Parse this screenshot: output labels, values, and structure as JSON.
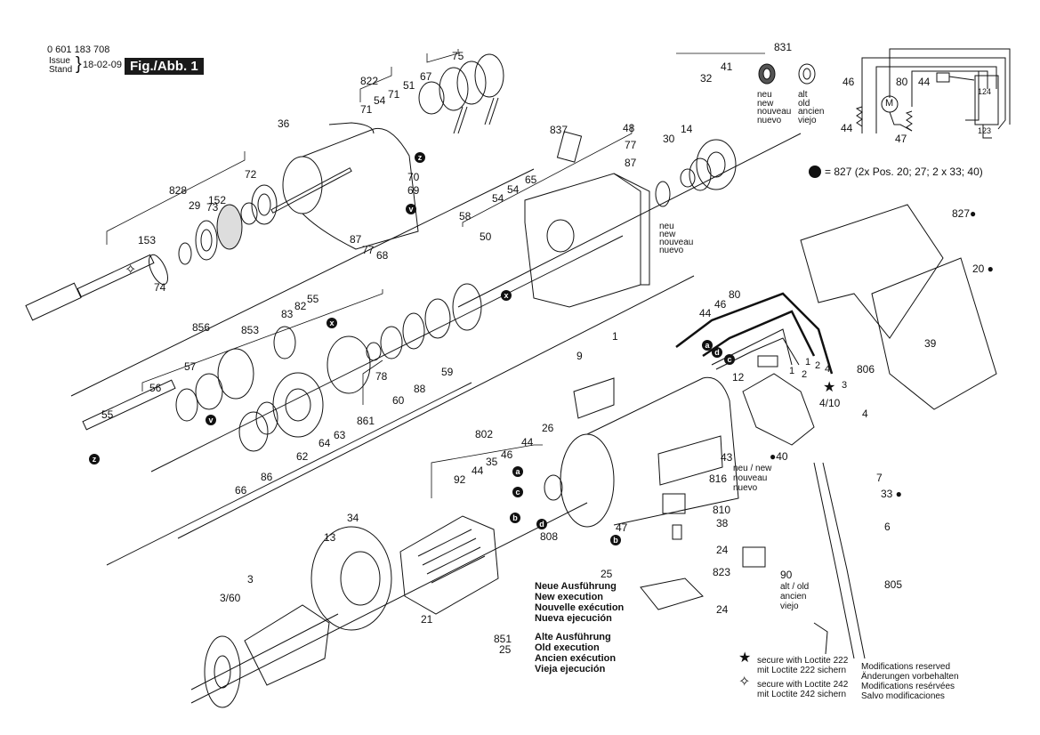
{
  "header": {
    "part_number": "0 601 183 708",
    "issue_label_1": "Issue",
    "issue_label_2": "Stand",
    "issue_date": "18-02-09",
    "figure": "Fig./Abb. 1"
  },
  "callouts": {
    "c831": "831",
    "c75": "75",
    "c67": "67",
    "c51": "51",
    "c71a": "71",
    "c54a": "54",
    "c71b": "71",
    "c822": "822",
    "c36": "36",
    "c73": "73",
    "c72": "72",
    "c70": "70",
    "c69": "69",
    "c87a": "87",
    "c77a": "77",
    "c68": "68",
    "c828": "828",
    "c152": "152",
    "c29": "29",
    "c153": "153",
    "c74": "74",
    "c837": "837",
    "c48": "48",
    "c77b": "77",
    "c87b": "87",
    "c65": "65",
    "c54b": "54",
    "c54c": "54",
    "c58": "58",
    "c50": "50",
    "c32": "32",
    "c41": "41",
    "c30": "30",
    "c14": "14",
    "c55a": "55",
    "c82": "82",
    "c83": "83",
    "c856": "856",
    "c853": "853",
    "c57": "57",
    "c56": "56",
    "c55b": "55",
    "c66": "66",
    "c86": "86",
    "c62": "62",
    "c64": "64",
    "c63": "63",
    "c861": "861",
    "c78": "78",
    "c60": "60",
    "c88": "88",
    "c59": "59",
    "c1": "1",
    "c9": "9",
    "c26": "26",
    "c43": "43",
    "c816": "816",
    "c810": "810",
    "c38": "38",
    "c47": "47",
    "c808": "808",
    "c24a": "24",
    "c25a": "25",
    "c823": "823",
    "c24b": "24",
    "c90": "90",
    "c802": "802",
    "c92": "92",
    "c44a": "44",
    "c35": "35",
    "c46a": "46",
    "c44b": "44",
    "c34": "34",
    "c13": "13",
    "c21": "21",
    "c3": "3",
    "c360": "3/60",
    "c80": "80",
    "c46b": "46",
    "c44c": "44",
    "c12": "12",
    "c806": "806",
    "c410": "4/10",
    "c4": "4",
    "c40": "●40",
    "c7": "7",
    "c33": "33 ●",
    "c6": "6",
    "c805": "805",
    "c827": "827●",
    "c20": "20 ●",
    "c39": "39",
    "c851": "851",
    "c25b": "25",
    "w1a": "1",
    "w2a": "2",
    "w1b": "1",
    "w2b": "2",
    "w4": "4",
    "w3": "3"
  },
  "markers": {
    "z": "z",
    "v": "v",
    "x": "x",
    "a": "a",
    "b": "b",
    "c": "c",
    "d": "d"
  },
  "notes": {
    "seal_new": "neu\nnew\nnouveau\nnuevo",
    "seal_old": "alt\nold\nancien\nviejo",
    "housing_new": "neu\nnew\nnouveau\nnuevo",
    "label_new": "neu / new\nnouveau\nnuevo",
    "holder_old": "alt / old\nancien\nviejo",
    "new_execution": "Neue Ausführung\nNew execution\nNouvelle exécution\nNueva ejecución",
    "old_execution": "Alte Ausführung\nOld execution\nAncien exécution\nVieja ejecución",
    "kit_827": "= 827 (2x Pos. 20; 27; 2 x 33; 40)",
    "loctite_222": "secure with Loctite 222\nmit Loctite 222 sichern",
    "loctite_242": "secure with Loctite 242\nmit Loctite 242 sichern",
    "modifications": "Modifications reserved\nÄnderungen vorbehalten\nModifications resérvées\nSalvo modificaciones"
  },
  "schematic": {
    "l46": "46",
    "l80": "80",
    "l44a": "44",
    "l44b": "44",
    "l47": "47",
    "motor": "M",
    "sw_top": "124",
    "sw_bot": "123"
  }
}
